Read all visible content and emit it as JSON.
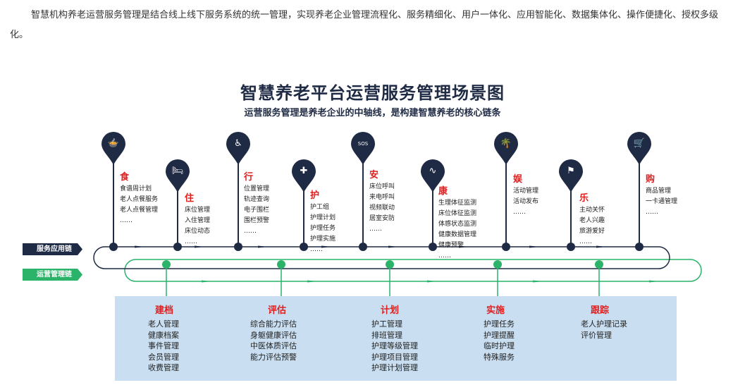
{
  "intro": "智慧机构养老运营服务管理是结合线上线下服务系统的统一管理，实现养老企业管理流程化、服务精细化、用户一体化、应用智能化、数据集体化、操作便捷化、授权多级化。",
  "title": "智慧养老平台运营服务管理场景图",
  "subtitle": "运营服务管理是养老企业的中轴线，是构建智慧养老的核心链条",
  "chains": {
    "service_label": "服务应用链",
    "operation_label": "运营管理链",
    "colors": {
      "service": "#1f2a44",
      "operation": "#2bb36a",
      "accent": "#e02020",
      "panel": "#c9def0"
    }
  },
  "nodes": [
    {
      "id": "shi",
      "icon": "bowl-icon",
      "glyph": "🍲",
      "title": "食",
      "items": [
        "食谱周计划",
        "老人点餐服务",
        "老人点餐管理",
        "……"
      ]
    },
    {
      "id": "zhu",
      "icon": "bed-icon",
      "glyph": "🛏",
      "title": "住",
      "items": [
        "床位管理",
        "入住管理",
        "床位动态",
        "……"
      ]
    },
    {
      "id": "xing",
      "icon": "walker-icon",
      "glyph": "♿",
      "title": "行",
      "items": [
        "位置管理",
        "轨迹查询",
        "电子围栏",
        "围栏预警",
        "……"
      ]
    },
    {
      "id": "hu",
      "icon": "medkit-icon",
      "glyph": "✚",
      "title": "护",
      "items": [
        "护工组",
        "护理计划",
        "护理任务",
        "护理实施",
        "……"
      ]
    },
    {
      "id": "an",
      "icon": "sos-icon",
      "glyph": "SOS",
      "title": "安",
      "items": [
        "床位呼叫",
        "来电呼叫",
        "视频联动",
        "居室安防",
        "……"
      ]
    },
    {
      "id": "kang",
      "icon": "heartbeat-icon",
      "glyph": "∿",
      "title": "康",
      "items": [
        "生理体征监测",
        "床位体征监测",
        "体感状态监测",
        "健康数据管理",
        "健康预警",
        "……"
      ]
    },
    {
      "id": "yu",
      "icon": "palm-tree-icon",
      "glyph": "🌴",
      "title": "娱",
      "items": [
        "活动管理",
        "活动发布",
        "……"
      ]
    },
    {
      "id": "le",
      "icon": "flag-icon",
      "glyph": "⚑",
      "title": "乐",
      "items": [
        "主动关怀",
        "老人兴趣",
        "旅游爱好",
        "……"
      ]
    },
    {
      "id": "gou",
      "icon": "cart-icon",
      "glyph": "🛒",
      "title": "购",
      "items": [
        "商品管理",
        "一卡通管理",
        "……"
      ]
    }
  ],
  "groups": [
    {
      "id": "jiandang",
      "title": "建档",
      "items": [
        "老人管理",
        "健康档案",
        "事件管理",
        "会员管理",
        "收费管理"
      ]
    },
    {
      "id": "pinggu",
      "title": "评估",
      "items": [
        "综合能力评估",
        "身躯健康评估",
        "中医体质评估",
        "能力评估预警"
      ]
    },
    {
      "id": "jihua",
      "title": "计划",
      "items": [
        "护工管理",
        "排班管理",
        "护理等级管理",
        "护理项目管理",
        "护理计划管理"
      ]
    },
    {
      "id": "shishi",
      "title": "实施",
      "items": [
        "护理任务",
        "护理提醒",
        "临时护理",
        "特殊服务"
      ]
    },
    {
      "id": "genzong",
      "title": "跟踪",
      "items": [
        "老人护理记录",
        "评价管理"
      ]
    }
  ]
}
